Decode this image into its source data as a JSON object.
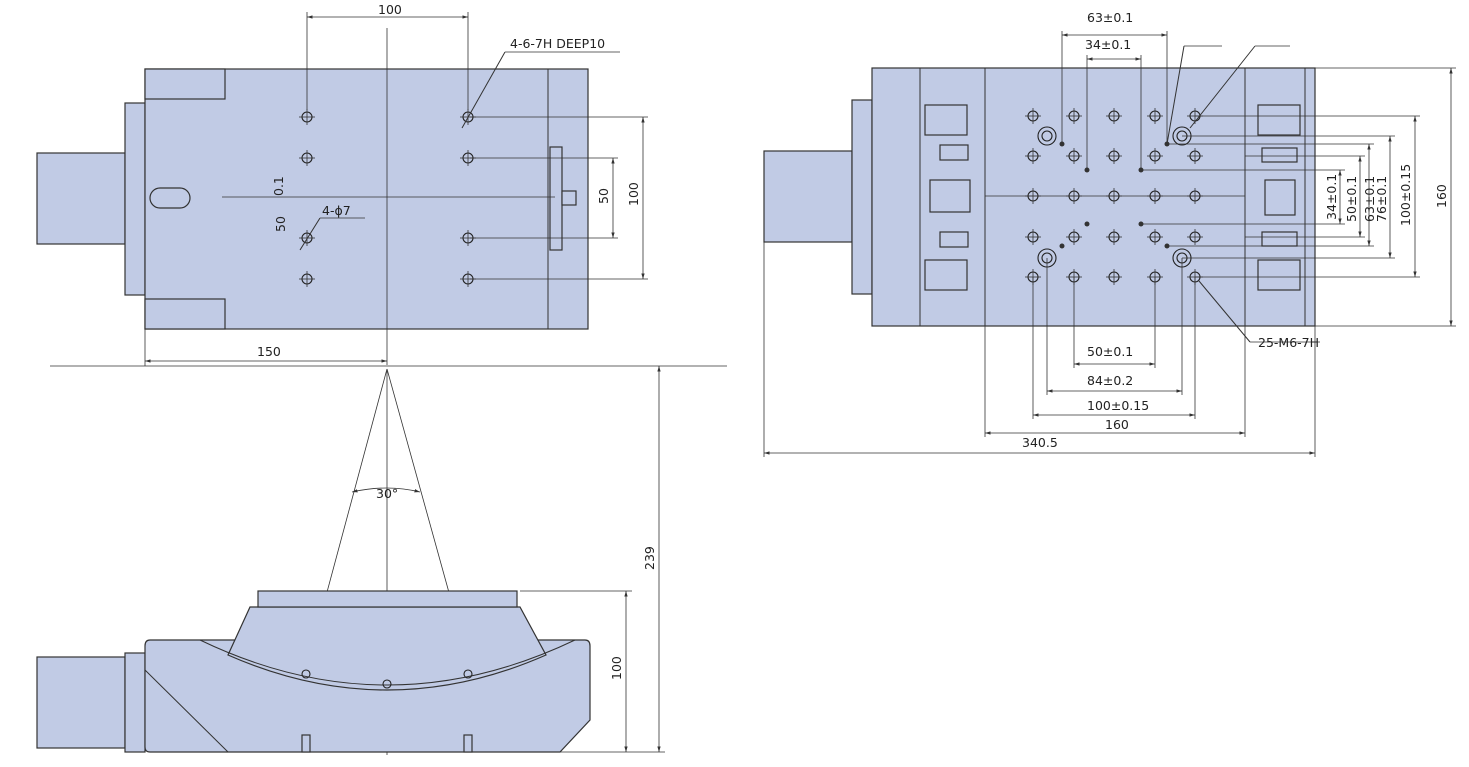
{
  "top_view": {
    "dim_top": "100",
    "callout_thread": "4-6-7H DEEP10",
    "callout_holes": "4-ϕ7",
    "dim_side_a": "0.1",
    "dim_side_b": "50",
    "dim_right_small": "50",
    "dim_right_large": "100",
    "dim_bottom": "150"
  },
  "front_view": {
    "angle": "30°",
    "dim_height_total": "239",
    "dim_height_base": "100"
  },
  "right_view": {
    "dim_top_1": "63±0.1",
    "dim_top_2": "34±0.1",
    "dim_right_1": "34±0.1",
    "dim_right_2": "50±0.1",
    "dim_right_3": "63±0.1",
    "dim_right_4": "76±0.1",
    "dim_right_5": "100±0.15",
    "dim_right_outer": "160",
    "callout_thread": "25-M6-7H",
    "dim_bottom_1": "50±0.1",
    "dim_bottom_2": "84±0.2",
    "dim_bottom_3": "100±0.15",
    "dim_bottom_4": "160",
    "dim_bottom_5": "340.5"
  },
  "colors": {
    "body_fill": "#c1cbe5",
    "line": "#333333"
  }
}
